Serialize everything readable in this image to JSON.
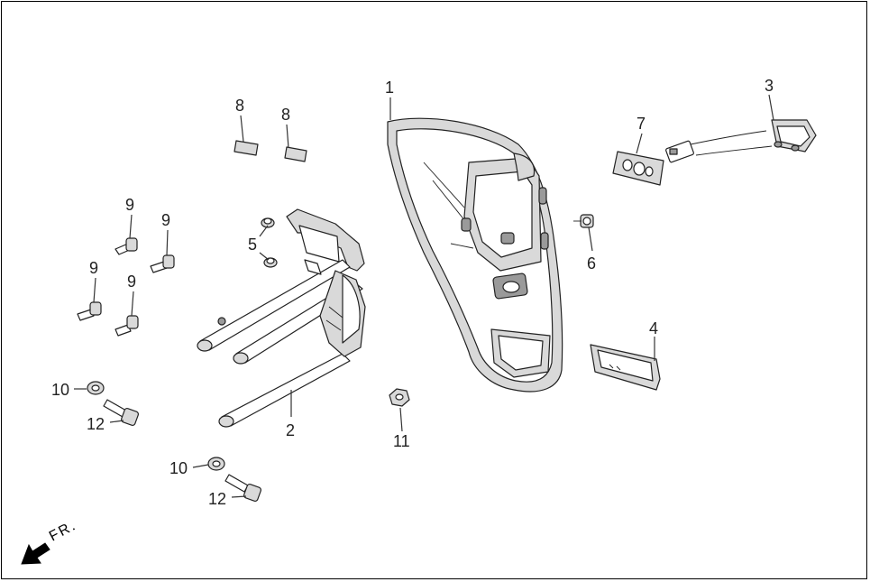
{
  "callouts": {
    "c1": "1",
    "c2": "2",
    "c3": "3",
    "c4": "4",
    "c5": "5",
    "c6": "6",
    "c7": "7",
    "c8a": "8",
    "c8b": "8",
    "c9a": "9",
    "c9b": "9",
    "c9c": "9",
    "c9d": "9",
    "c10a": "10",
    "c10b": "10",
    "c11": "11",
    "c12a": "12",
    "c12b": "12"
  },
  "direction": {
    "label": "FR.",
    "icon": "front-direction-arrow-icon"
  },
  "colors": {
    "line": "#222222",
    "shade_light": "#d9d9d9",
    "shade_dark": "#9a9a9a",
    "background": "#ffffff"
  }
}
